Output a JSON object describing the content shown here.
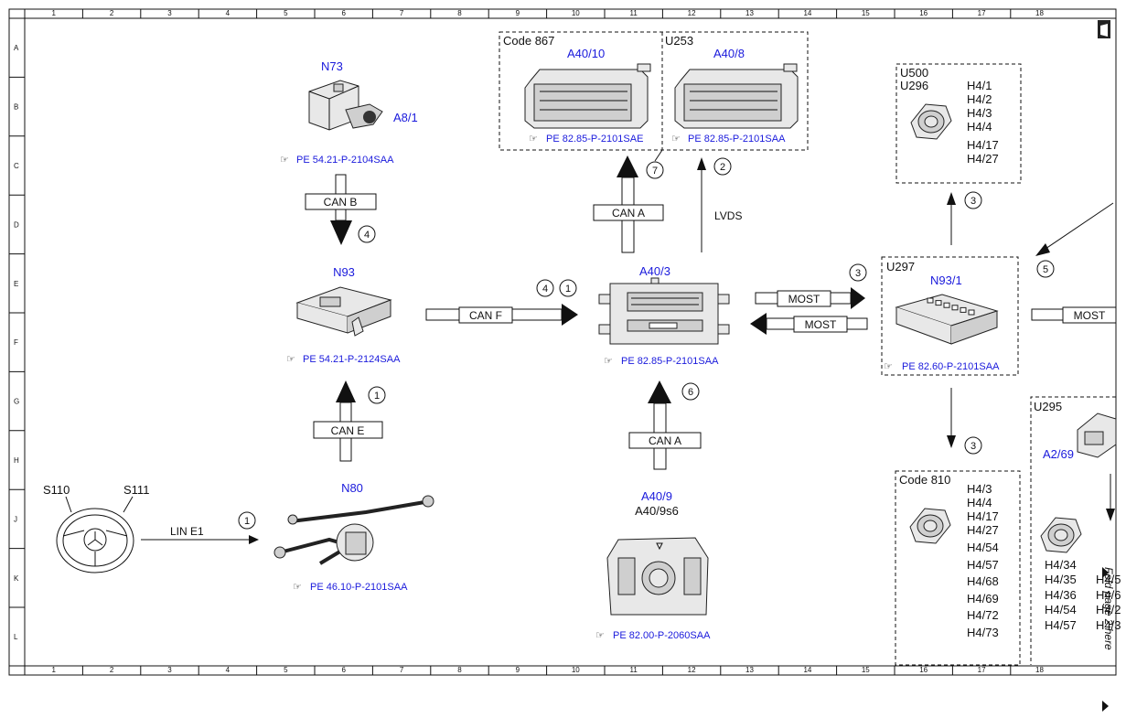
{
  "grid": {
    "columns": [
      "1",
      "2",
      "3",
      "4",
      "5",
      "6",
      "7",
      "8",
      "9",
      "10",
      "11",
      "12",
      "13",
      "14",
      "15",
      "16",
      "17",
      "18"
    ],
    "rows": [
      "A",
      "B",
      "C",
      "D",
      "E",
      "F",
      "G",
      "H",
      "J",
      "K",
      "L"
    ]
  },
  "components": {
    "n73": {
      "code": "N73",
      "sub": "A8/1",
      "ref": "PE 54.21-P-2104SAA"
    },
    "n93": {
      "code": "N93",
      "ref": "PE 54.21-P-2124SAA"
    },
    "n80": {
      "code": "N80",
      "ref": "PE 46.10-P-2101SAA"
    },
    "a40_3": {
      "code": "A40/3",
      "ref": "PE 82.85-P-2101SAA"
    },
    "a40_9": {
      "code": "A40/9",
      "sub": "A40/9s6",
      "ref": "PE 82.00-P-2060SAA"
    },
    "a40_10": {
      "box": "Code 867",
      "code": "A40/10",
      "ref": "PE 82.85-P-2101SAE"
    },
    "a40_8": {
      "box": "U253",
      "code": "A40/8",
      "ref": "PE 82.85-P-2101SAA"
    },
    "n93_1": {
      "box": "U297",
      "code": "N93/1",
      "ref": "PE 82.60-P-2101SAA"
    },
    "u500": {
      "box1": "U500",
      "box2": "U296",
      "items": [
        "H4/1",
        "H4/2",
        "H4/3",
        "H4/4",
        "H4/17",
        "H4/27"
      ]
    },
    "code810": {
      "box": "Code 810",
      "items": [
        "H4/3",
        "H4/4",
        "H4/17",
        "H4/27",
        "H4/54",
        "H4/57",
        "H4/68",
        "H4/69",
        "H4/72",
        "H4/73"
      ]
    },
    "u295": {
      "box": "U295",
      "code": "A2/69",
      "items": [
        "H4/34",
        "H4/35",
        "H4/36",
        "H4/54",
        "H4/57"
      ],
      "items_cut": [
        "H4/5",
        "H4/6",
        "H4/2",
        "H4/3"
      ]
    },
    "steering": {
      "s110": "S110",
      "s111": "S111"
    }
  },
  "buses": {
    "can_b": "CAN B",
    "can_e": "CAN E",
    "can_f": "CAN F",
    "can_a_top": "CAN A",
    "can_a_bottom": "CAN A",
    "lvds": "LVDS",
    "most_out": "MOST",
    "most_in": "MOST",
    "most_right": "MOST",
    "lin_e1": "LIN E1"
  },
  "markers": {
    "m4_can_b": "4",
    "m4_can_f": "4",
    "m1_can_f": "1",
    "m7": "7",
    "m2": "2",
    "m3_top": "3",
    "m3_most": "3",
    "m3_down": "3",
    "m5": "5",
    "m1_can_e": "1",
    "m6": "6",
    "m1_lin": "1"
  },
  "footer": {
    "note": "Fold page 2 here"
  }
}
